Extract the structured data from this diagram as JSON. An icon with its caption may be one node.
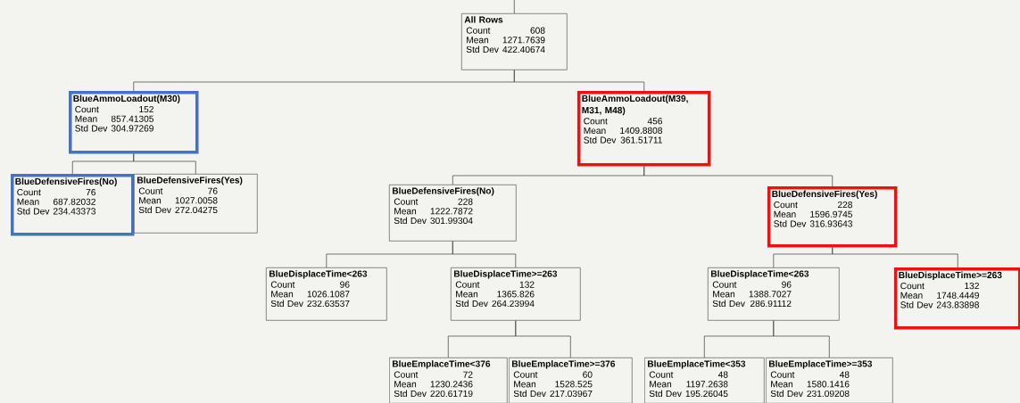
{
  "diagram": {
    "nodes": [
      {
        "text": [
          "All Rows",
          "Count",
          "608",
          "Mean",
          "1271.7639",
          "Std Dev",
          "422.40674"
        ]
      },
      {
        "text": [
          "BlueAmmoLoadout(M30)",
          "Count",
          "152",
          "Mean",
          "857.41305",
          "Std Dev",
          "304.97269"
        ]
      },
      {
        "text": [
          "BlueAmmoLoadout(M39, M31, M48)",
          "Count",
          "456",
          "Mean",
          "1409.8808",
          "Std Dev",
          "361.51711"
        ]
      },
      {
        "text": [
          "BlueDefensiveFires(No)",
          "Count",
          "76",
          "Mean",
          "687.82032",
          "Std Dev",
          "234.43373"
        ]
      },
      {
        "text": [
          "BlueDefensiveFires(Yes)",
          "Count",
          "76",
          "Mean",
          "1027.0058",
          "Std Dev",
          "272.04275"
        ]
      },
      {
        "text": [
          "BlueDefensiveFires(No)",
          "Count",
          "228",
          "Mean",
          "1222.7872",
          "Std Dev",
          "301.99304"
        ]
      },
      {
        "text": [
          "BlueDefensiveFires(Yes)",
          "Count",
          "228",
          "Mean",
          "1596.9745",
          "Std Dev",
          "316.93643"
        ]
      },
      {
        "text": [
          "BlueDisplaceTime<263",
          "Count",
          "96",
          "Mean",
          "1026.1087",
          "Std Dev",
          "232.63537"
        ]
      },
      {
        "text": [
          "BlueDisplaceTime>=263",
          "Count",
          "132",
          "Mean",
          "1365.826",
          "Std Dev",
          "264.23994"
        ]
      },
      {
        "text": [
          "BlueDisplaceTime<263",
          "Count",
          "96",
          "Mean",
          "1388.7027",
          "Std Dev",
          "286.91112"
        ]
      },
      {
        "text": [
          "BlueDisplaceTime>=263",
          "Count",
          "132",
          "Mean",
          "1748.4449",
          "Std Dev",
          "243.83898"
        ]
      },
      {
        "text": [
          "BlueEmplaceTime<376",
          "Count",
          "72",
          "Mean",
          "1230.2436",
          "Std Dev",
          "220.61719"
        ]
      },
      {
        "text": [
          "BlueEmplaceTime>=376",
          "Count",
          "60",
          "Mean",
          "1528.525",
          "Std Dev",
          "217.03967"
        ]
      },
      {
        "text": [
          "BlueEmplaceTime<353",
          "Count",
          "48",
          "Mean",
          "1197.2638",
          "Std Dev",
          "195.26045"
        ]
      },
      {
        "text": [
          "BlueEmplaceTime>=353",
          "Count",
          "48",
          "Mean",
          "1580.1416",
          "Std Dev",
          "231.09208"
        ]
      }
    ],
    "edges": [
      {
        "from": null,
        "to": 0,
        "arrow": "none"
      },
      {
        "from": 0,
        "to": 1,
        "arrow": "none"
      },
      {
        "from": 0,
        "to": 2,
        "arrow": "none"
      },
      {
        "from": 1,
        "to": 3,
        "arrow": "none"
      },
      {
        "from": 1,
        "to": 4,
        "arrow": "none"
      },
      {
        "from": 2,
        "to": 5,
        "arrow": "none"
      },
      {
        "from": 2,
        "to": 6,
        "arrow": "none"
      },
      {
        "from": 5,
        "to": 7,
        "arrow": "none"
      },
      {
        "from": 5,
        "to": 8,
        "arrow": "none"
      },
      {
        "from": 6,
        "to": 9,
        "arrow": "none"
      },
      {
        "from": 6,
        "to": 10,
        "arrow": "none"
      },
      {
        "from": 8,
        "to": 11,
        "arrow": "none"
      },
      {
        "from": 8,
        "to": 12,
        "arrow": "none"
      },
      {
        "from": 9,
        "to": 13,
        "arrow": "none"
      },
      {
        "from": 9,
        "to": 14,
        "arrow": "none"
      }
    ]
  }
}
